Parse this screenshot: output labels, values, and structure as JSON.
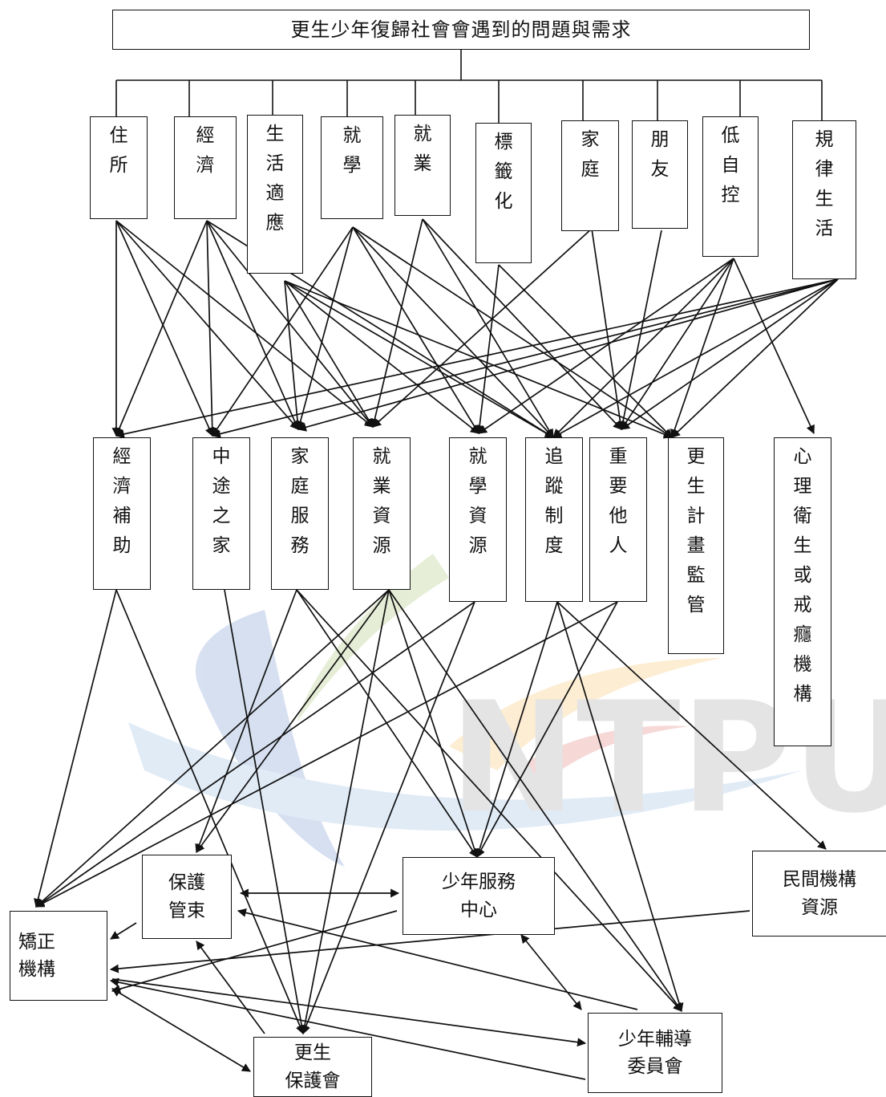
{
  "title": "更生少年復歸社會會遇到的問題與需求",
  "watermark": {
    "text": "NTPU",
    "colors": [
      "#4a78c0",
      "#7aa6d8",
      "#f3b13c",
      "#e88a3c",
      "#8fb04a",
      "#d9534f"
    ]
  },
  "problems": [
    {
      "id": "p1",
      "label": "住所"
    },
    {
      "id": "p2",
      "label": "經濟"
    },
    {
      "id": "p3",
      "label": "生活適應"
    },
    {
      "id": "p4",
      "label": "就學"
    },
    {
      "id": "p5",
      "label": "就業"
    },
    {
      "id": "p6",
      "label": "標籤化"
    },
    {
      "id": "p7",
      "label": "家庭"
    },
    {
      "id": "p8",
      "label": "朋友"
    },
    {
      "id": "p9",
      "label": "低自控"
    },
    {
      "id": "p10",
      "label": "規律生活"
    }
  ],
  "resources": [
    {
      "id": "r1",
      "label": "經濟補助"
    },
    {
      "id": "r2",
      "label": "中途之家"
    },
    {
      "id": "r3",
      "label": "家庭服務"
    },
    {
      "id": "r4",
      "label": "就業資源"
    },
    {
      "id": "r5",
      "label": "就學資源"
    },
    {
      "id": "r6",
      "label": "追蹤制度"
    },
    {
      "id": "r7",
      "label": "重要他人"
    },
    {
      "id": "r8",
      "label": "更生計畫監管"
    },
    {
      "id": "r9",
      "label": "心理衛生或戒癮機構"
    }
  ],
  "agencies": [
    {
      "id": "a1",
      "lines": [
        "矯正",
        "機構"
      ]
    },
    {
      "id": "a2",
      "lines": [
        "保護",
        "管束"
      ]
    },
    {
      "id": "a3",
      "lines": [
        "少年服務",
        "中心"
      ]
    },
    {
      "id": "a4",
      "lines": [
        "民間機構",
        "資源"
      ]
    },
    {
      "id": "a5",
      "lines": [
        "更生",
        "保護會"
      ]
    },
    {
      "id": "a6",
      "lines": [
        "少年輔導",
        "委員會"
      ]
    }
  ],
  "problem_to_resource": [
    [
      "p1",
      "r1"
    ],
    [
      "p1",
      "r2"
    ],
    [
      "p1",
      "r3"
    ],
    [
      "p1",
      "r4"
    ],
    [
      "p2",
      "r1"
    ],
    [
      "p2",
      "r2"
    ],
    [
      "p2",
      "r3"
    ],
    [
      "p2",
      "r4"
    ],
    [
      "p2",
      "r6"
    ],
    [
      "p3",
      "r3"
    ],
    [
      "p3",
      "r4"
    ],
    [
      "p3",
      "r5"
    ],
    [
      "p3",
      "r6"
    ],
    [
      "p3",
      "r8"
    ],
    [
      "p4",
      "r2"
    ],
    [
      "p4",
      "r3"
    ],
    [
      "p4",
      "r5"
    ],
    [
      "p4",
      "r6"
    ],
    [
      "p4",
      "r8"
    ],
    [
      "p5",
      "r4"
    ],
    [
      "p5",
      "r6"
    ],
    [
      "p5",
      "r7"
    ],
    [
      "p6",
      "r5"
    ],
    [
      "p6",
      "r8"
    ],
    [
      "p7",
      "r4"
    ],
    [
      "p7",
      "r7"
    ],
    [
      "p8",
      "r7"
    ],
    [
      "p9",
      "r5"
    ],
    [
      "p9",
      "r6"
    ],
    [
      "p9",
      "r7"
    ],
    [
      "p9",
      "r8"
    ],
    [
      "p9",
      "r9"
    ],
    [
      "p10",
      "r1"
    ],
    [
      "p10",
      "r2"
    ],
    [
      "p10",
      "r3"
    ],
    [
      "p10",
      "r6"
    ],
    [
      "p10",
      "r7"
    ],
    [
      "p10",
      "r8"
    ]
  ],
  "resource_to_agency": [
    [
      "r1",
      "a1"
    ],
    [
      "r1",
      "a5"
    ],
    [
      "r2",
      "a5"
    ],
    [
      "r3",
      "a2"
    ],
    [
      "r3",
      "a3"
    ],
    [
      "r3",
      "a6"
    ],
    [
      "r4",
      "a1"
    ],
    [
      "r4",
      "a2"
    ],
    [
      "r4",
      "a5"
    ],
    [
      "r4",
      "a3"
    ],
    [
      "r4",
      "a6"
    ],
    [
      "r5",
      "a1"
    ],
    [
      "r5",
      "a5"
    ],
    [
      "r6",
      "a3"
    ],
    [
      "r6",
      "a6"
    ],
    [
      "r6",
      "a4"
    ],
    [
      "r7",
      "a1"
    ],
    [
      "r7",
      "a3"
    ]
  ],
  "agency_links": [
    {
      "from": "a2",
      "to": "a3",
      "two_way": true
    },
    {
      "from": "a2",
      "to": "a1",
      "two_way": false
    },
    {
      "from": "a3",
      "to": "a1",
      "two_way": false
    },
    {
      "from": "a3",
      "to": "a6",
      "two_way": true
    },
    {
      "from": "a4",
      "to": "a1",
      "two_way": false
    },
    {
      "from": "a5",
      "to": "a2",
      "two_way": false
    },
    {
      "from": "a1",
      "to": "a5",
      "two_way": true
    },
    {
      "from": "a6",
      "to": "a1",
      "two_way": false
    },
    {
      "from": "a1",
      "to": "a6",
      "two_way": false
    },
    {
      "from": "a6",
      "to": "a2",
      "two_way": false
    }
  ]
}
